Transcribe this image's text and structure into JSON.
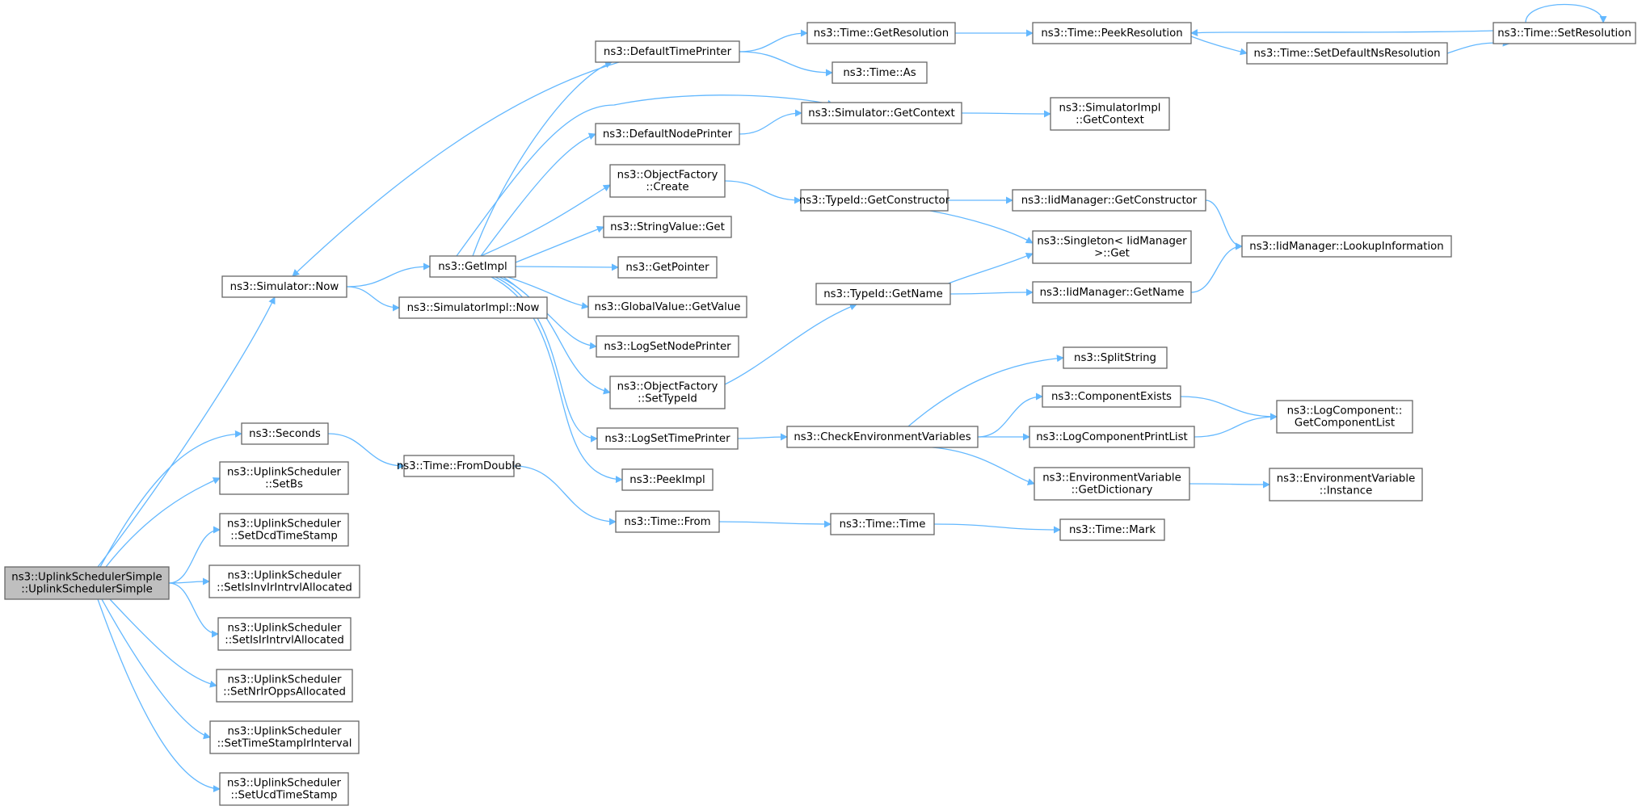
{
  "graph": {
    "edge_color": "#63b8ff",
    "root_fill": "#bfbfbf",
    "node_fill": "#ffffff",
    "node_border": "#666666",
    "nodes": [
      {
        "id": "root",
        "lines": [
          "ns3::UplinkSchedulerSimple",
          "::UplinkSchedulerSimple"
        ],
        "root": true
      },
      {
        "id": "simNow",
        "lines": [
          "ns3::Simulator::Now"
        ]
      },
      {
        "id": "seconds",
        "lines": [
          "ns3::Seconds"
        ]
      },
      {
        "id": "setBs",
        "lines": [
          "ns3::UplinkScheduler",
          "::SetBs"
        ]
      },
      {
        "id": "setDcd",
        "lines": [
          "ns3::UplinkScheduler",
          "::SetDcdTimeStamp"
        ]
      },
      {
        "id": "setIsInv",
        "lines": [
          "ns3::UplinkScheduler",
          "::SetIsInvIrIntrvlAllocated"
        ]
      },
      {
        "id": "setIsIr",
        "lines": [
          "ns3::UplinkScheduler",
          "::SetIsIrIntrvlAllocated"
        ]
      },
      {
        "id": "setNrIr",
        "lines": [
          "ns3::UplinkScheduler",
          "::SetNrIrOppsAllocated"
        ]
      },
      {
        "id": "setTimeStamp",
        "lines": [
          "ns3::UplinkScheduler",
          "::SetTimeStampIrInterval"
        ]
      },
      {
        "id": "setUcd",
        "lines": [
          "ns3::UplinkScheduler",
          "::SetUcdTimeStamp"
        ]
      },
      {
        "id": "getImpl",
        "lines": [
          "ns3::GetImpl"
        ]
      },
      {
        "id": "simImplNow",
        "lines": [
          "ns3::SimulatorImpl::Now"
        ]
      },
      {
        "id": "fromDouble",
        "lines": [
          "ns3::Time::FromDouble"
        ]
      },
      {
        "id": "defTimePrinter",
        "lines": [
          "ns3::DefaultTimePrinter"
        ]
      },
      {
        "id": "defNodePrinter",
        "lines": [
          "ns3::DefaultNodePrinter"
        ]
      },
      {
        "id": "ofCreate",
        "lines": [
          "ns3::ObjectFactory",
          "::Create"
        ]
      },
      {
        "id": "strGet",
        "lines": [
          "ns3::StringValue::Get"
        ]
      },
      {
        "id": "getPointer",
        "lines": [
          "ns3::GetPointer"
        ]
      },
      {
        "id": "gvGet",
        "lines": [
          "ns3::GlobalValue::GetValue"
        ]
      },
      {
        "id": "logSetNode",
        "lines": [
          "ns3::LogSetNodePrinter"
        ]
      },
      {
        "id": "ofSetTypeId",
        "lines": [
          "ns3::ObjectFactory",
          "::SetTypeId"
        ]
      },
      {
        "id": "logSetTime",
        "lines": [
          "ns3::LogSetTimePrinter"
        ]
      },
      {
        "id": "peekImpl",
        "lines": [
          "ns3::PeekImpl"
        ]
      },
      {
        "id": "timeFrom",
        "lines": [
          "ns3::Time::From"
        ]
      },
      {
        "id": "getRes",
        "lines": [
          "ns3::Time::GetResolution"
        ]
      },
      {
        "id": "timeAs",
        "lines": [
          "ns3::Time::As"
        ]
      },
      {
        "id": "simGetCtx",
        "lines": [
          "ns3::Simulator::GetContext"
        ]
      },
      {
        "id": "tidGetCtor",
        "lines": [
          "ns3::TypeId::GetConstructor"
        ]
      },
      {
        "id": "tidGetName",
        "lines": [
          "ns3::TypeId::GetName"
        ]
      },
      {
        "id": "checkEnv",
        "lines": [
          "ns3::CheckEnvironmentVariables"
        ]
      },
      {
        "id": "timeTime",
        "lines": [
          "ns3::Time::Time"
        ]
      },
      {
        "id": "peekRes",
        "lines": [
          "ns3::Time::PeekResolution"
        ]
      },
      {
        "id": "simImplGetCtx",
        "lines": [
          "ns3::SimulatorImpl",
          "::GetContext"
        ]
      },
      {
        "id": "iidGetCtor",
        "lines": [
          "ns3::IidManager::GetConstructor"
        ]
      },
      {
        "id": "singleton",
        "lines": [
          "ns3::Singleton< IidManager",
          ">::Get"
        ]
      },
      {
        "id": "iidGetName",
        "lines": [
          "ns3::IidManager::GetName"
        ]
      },
      {
        "id": "splitString",
        "lines": [
          "ns3::SplitString"
        ]
      },
      {
        "id": "compExists",
        "lines": [
          "ns3::ComponentExists"
        ]
      },
      {
        "id": "logCompPrint",
        "lines": [
          "ns3::LogComponentPrintList"
        ]
      },
      {
        "id": "envGetDict",
        "lines": [
          "ns3::EnvironmentVariable",
          "::GetDictionary"
        ]
      },
      {
        "id": "timeMark",
        "lines": [
          "ns3::Time::Mark"
        ]
      },
      {
        "id": "setDefNs",
        "lines": [
          "ns3::Time::SetDefaultNsResolution"
        ]
      },
      {
        "id": "setRes",
        "lines": [
          "ns3::Time::SetResolution"
        ]
      },
      {
        "id": "iidLookup",
        "lines": [
          "ns3::IidManager::LookupInformation"
        ]
      },
      {
        "id": "logCompGetList",
        "lines": [
          "ns3::LogComponent::",
          "GetComponentList"
        ]
      },
      {
        "id": "envInstance",
        "lines": [
          "ns3::EnvironmentVariable",
          "::Instance"
        ]
      }
    ],
    "edges": [
      [
        "root",
        "simNow"
      ],
      [
        "root",
        "seconds"
      ],
      [
        "root",
        "setBs"
      ],
      [
        "root",
        "setDcd"
      ],
      [
        "root",
        "setIsInv"
      ],
      [
        "root",
        "setIsIr"
      ],
      [
        "root",
        "setNrIr"
      ],
      [
        "root",
        "setTimeStamp"
      ],
      [
        "root",
        "setUcd"
      ],
      [
        "simNow",
        "getImpl"
      ],
      [
        "simNow",
        "simImplNow"
      ],
      [
        "seconds",
        "fromDouble"
      ],
      [
        "getImpl",
        "defTimePrinter"
      ],
      [
        "getImpl",
        "simGetCtx"
      ],
      [
        "getImpl",
        "defNodePrinter"
      ],
      [
        "getImpl",
        "ofCreate"
      ],
      [
        "getImpl",
        "strGet"
      ],
      [
        "getImpl",
        "getPointer"
      ],
      [
        "getImpl",
        "gvGet"
      ],
      [
        "getImpl",
        "logSetNode"
      ],
      [
        "getImpl",
        "ofSetTypeId"
      ],
      [
        "getImpl",
        "logSetTime"
      ],
      [
        "getImpl",
        "peekImpl"
      ],
      [
        "defTimePrinter",
        "simNow"
      ],
      [
        "defTimePrinter",
        "getRes"
      ],
      [
        "defTimePrinter",
        "timeAs"
      ],
      [
        "defNodePrinter",
        "simGetCtx"
      ],
      [
        "fromDouble",
        "timeFrom"
      ],
      [
        "timeFrom",
        "timeTime"
      ],
      [
        "timeTime",
        "timeMark"
      ],
      [
        "ofCreate",
        "tidGetCtor"
      ],
      [
        "ofSetTypeId",
        "tidGetName"
      ],
      [
        "logSetTime",
        "checkEnv"
      ],
      [
        "getRes",
        "peekRes"
      ],
      [
        "simGetCtx",
        "simImplGetCtx"
      ],
      [
        "tidGetCtor",
        "iidGetCtor"
      ],
      [
        "tidGetCtor",
        "singleton"
      ],
      [
        "tidGetName",
        "singleton"
      ],
      [
        "tidGetName",
        "iidGetName"
      ],
      [
        "iidGetCtor",
        "iidLookup"
      ],
      [
        "iidGetName",
        "iidLookup"
      ],
      [
        "checkEnv",
        "splitString"
      ],
      [
        "checkEnv",
        "compExists"
      ],
      [
        "checkEnv",
        "logCompPrint"
      ],
      [
        "checkEnv",
        "envGetDict"
      ],
      [
        "compExists",
        "logCompGetList"
      ],
      [
        "logCompPrint",
        "logCompGetList"
      ],
      [
        "envGetDict",
        "envInstance"
      ],
      [
        "peekRes",
        "setDefNs"
      ],
      [
        "setDefNs",
        "setRes"
      ],
      [
        "setRes",
        "peekRes"
      ],
      [
        "setRes",
        "setRes"
      ]
    ]
  }
}
